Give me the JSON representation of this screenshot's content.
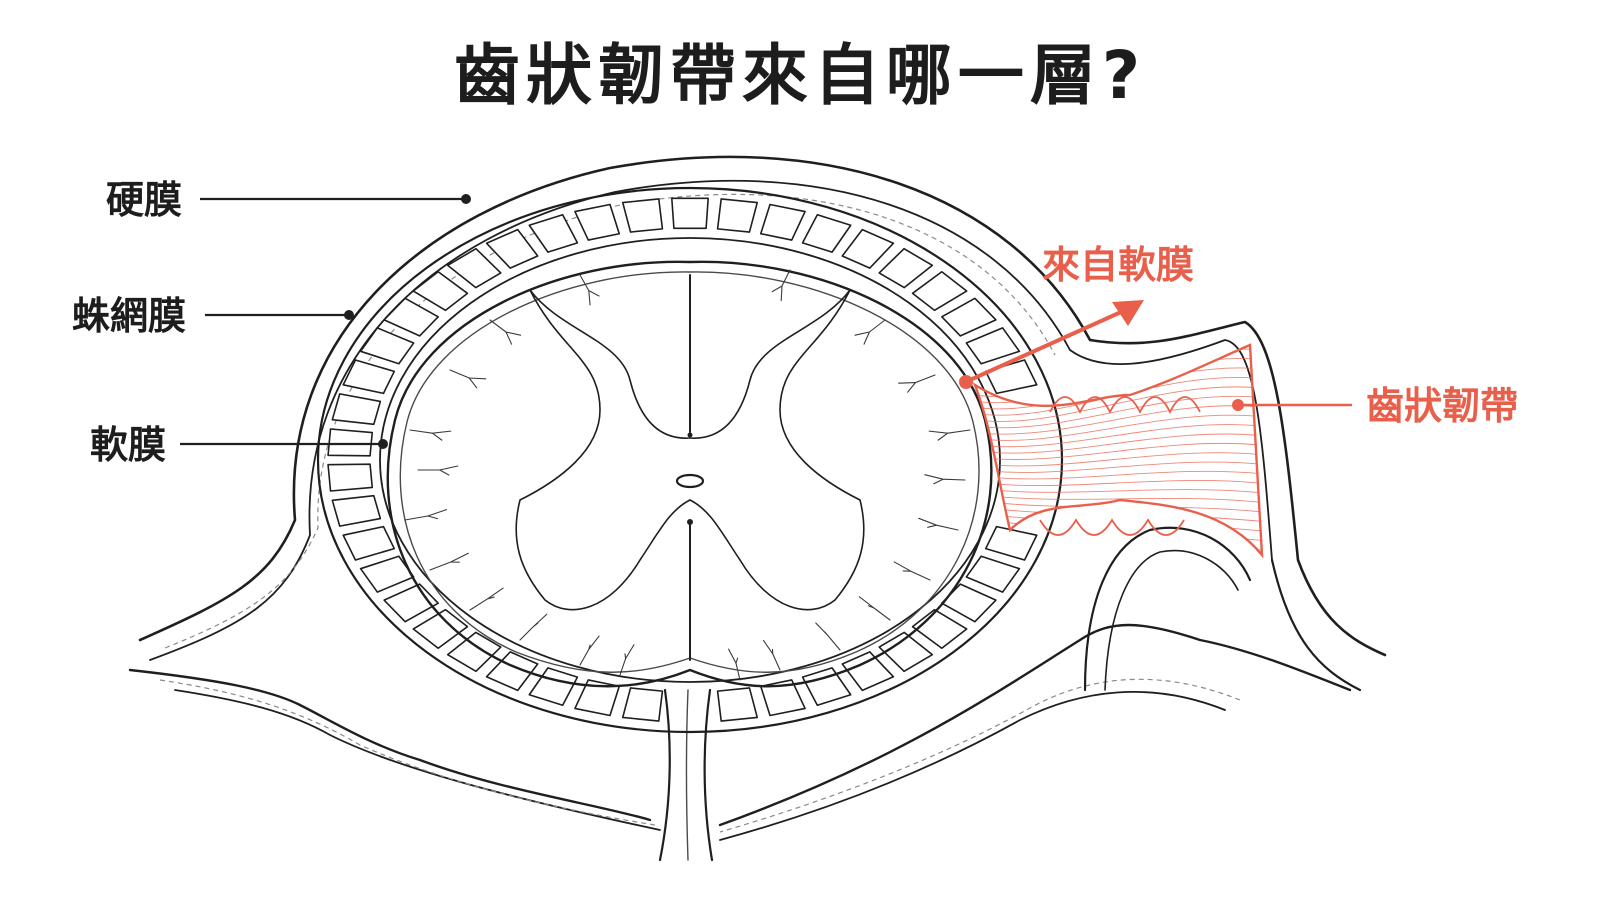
{
  "title": "齒狀韌帶來自哪一層?",
  "labels": {
    "dura": "硬膜",
    "arachnoid": "蛛網膜",
    "pia": "軟膜",
    "origin_note": "來自軟膜",
    "denticulate": "齒狀韌帶"
  },
  "colors": {
    "ink": "#1f1f1f",
    "accent": "#e8604c",
    "background": "#ffffff"
  }
}
